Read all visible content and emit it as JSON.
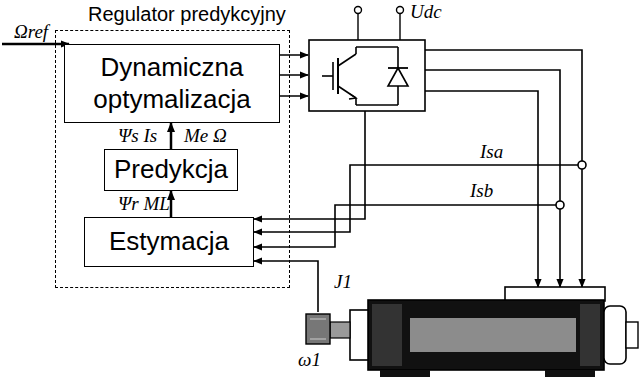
{
  "diagram": {
    "nodes": [
      {
        "text": [
          "Regulator predykcyjny"
        ]
      },
      {
        "text": [
          "Dynamiczna optymalizacja"
        ],
        "in": 0
      },
      {
        "text": [
          "Predykcja"
        ],
        "in": 0
      },
      {
        "text": [
          "Estymacja"
        ],
        "in": 0
      }
    ],
    "edges": [
      {
        "from": 3,
        "to": 2,
        "arrow": "to"
      },
      {
        "from": 2,
        "to": 1,
        "arrow": "to"
      }
    ],
    "labels": [
      "Ωref",
      "Udc",
      "Ψs Is",
      "Me Ω",
      "Ψr ML",
      "Isa",
      "Isb",
      "J1",
      "ω1"
    ]
  }
}
